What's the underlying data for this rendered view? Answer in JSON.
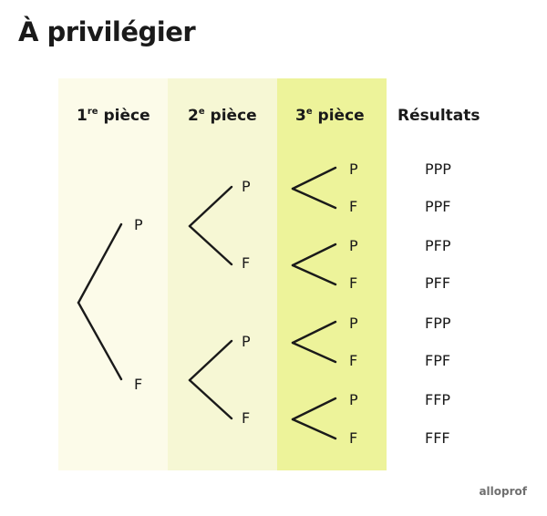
{
  "title": "À privilégier",
  "brand": "alloprof",
  "columns": [
    {
      "number": "1",
      "suffix": "re",
      "label": " pièce"
    },
    {
      "number": "2",
      "suffix": "e",
      "label": " pièce"
    },
    {
      "number": "3",
      "suffix": "e",
      "label": " pièce"
    },
    {
      "label": "Résultats"
    }
  ],
  "colors": {
    "col1": "#fcfbe9",
    "col2": "#f6f7d4",
    "col3": "#edf39a",
    "line": "#1a1a1a"
  },
  "level1": [
    "P",
    "F"
  ],
  "level2": [
    "P",
    "F",
    "P",
    "F"
  ],
  "level3": [
    "P",
    "F",
    "P",
    "F",
    "P",
    "F",
    "P",
    "F"
  ],
  "results": [
    "PPP",
    "PPF",
    "PFP",
    "PFF",
    "FPP",
    "FPF",
    "FFP",
    "FFF"
  ]
}
